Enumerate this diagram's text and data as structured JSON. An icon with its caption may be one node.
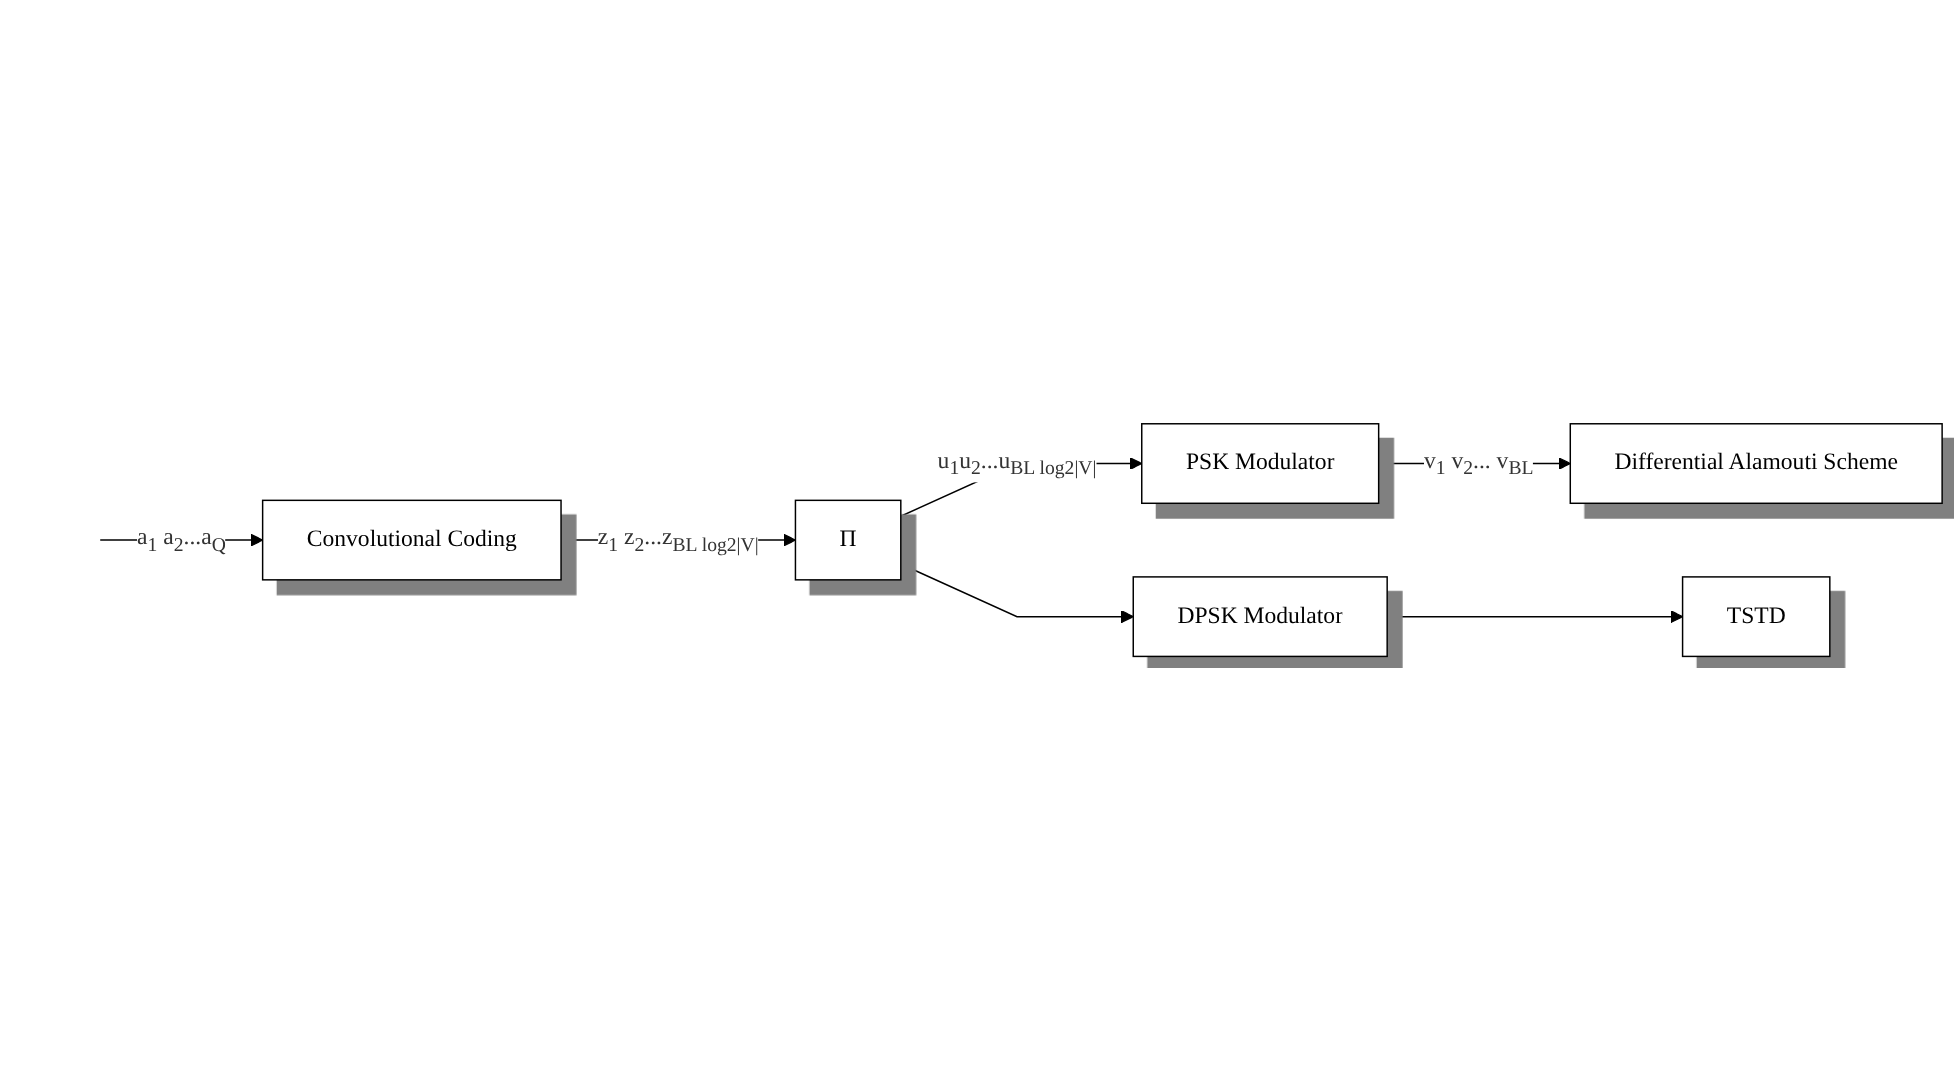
{
  "diagram": {
    "nodes": [
      {
        "text": [
          "Convolutional Coding"
        ]
      },
      {
        "text": [
          "Π"
        ]
      },
      {
        "text": [
          "PSK Modulator"
        ]
      },
      {
        "text": [
          "DPSK Modulator"
        ]
      },
      {
        "text": [
          "Differential Alamouti Scheme"
        ]
      },
      {
        "text": [
          "TSTD"
        ]
      }
    ],
    "edges": [
      {
        "from": null,
        "to": 0,
        "arrow": "to",
        "label": "a$_{1}$ a$_{2}$...a$_{Q}$"
      },
      {
        "from": 0,
        "to": 1,
        "arrow": "to",
        "label": "z$_{1}$ z$_{2}$...z$_{BL log2|V|}$"
      },
      {
        "from": 1,
        "to": 2,
        "arrow": "to",
        "label": "u$_{1}$u$_{2}$...u$_{BL log2|V|}$"
      },
      {
        "from": 1,
        "to": 3,
        "arrow": "to"
      },
      {
        "from": 2,
        "to": 4,
        "arrow": "to",
        "label": "v$_{1}$ v$_{2}$... v$_{BL}$"
      },
      {
        "from": 3,
        "to": 5,
        "arrow": "to"
      }
    ]
  }
}
